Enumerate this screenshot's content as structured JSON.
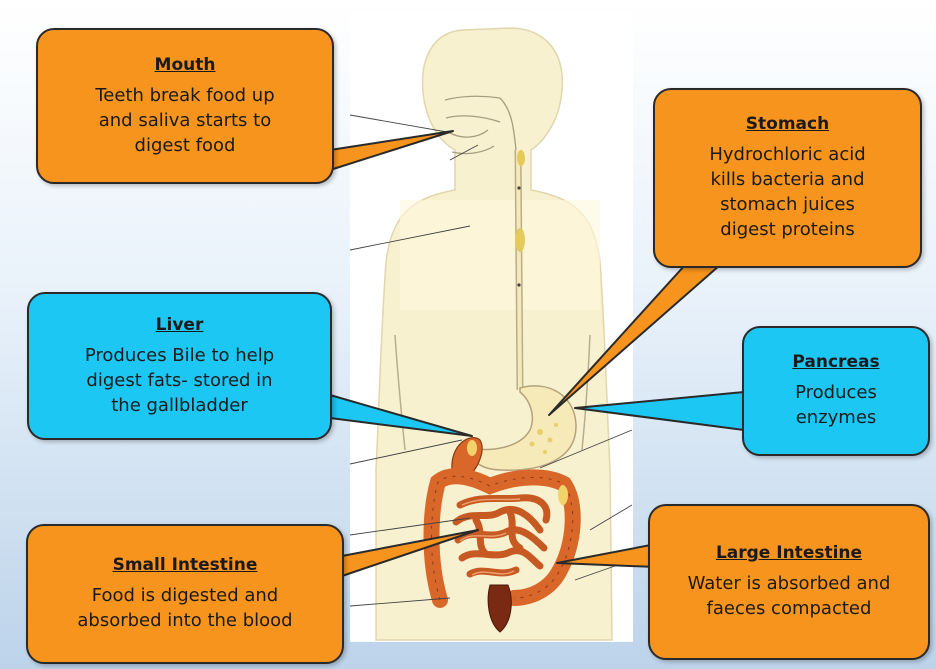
{
  "diagram": {
    "type": "labeled-anatomy-diagram",
    "subject": "digestive-system"
  },
  "colors": {
    "callout_orange": "#f7941d",
    "callout_blue": "#1cc7f4",
    "body_fill": "#f8f1cf",
    "organ_fill": "#d9672a",
    "background_bottom": "#bcd3ea"
  },
  "callouts": {
    "mouth": {
      "title": "Mouth",
      "lines": [
        "Teeth break food up",
        "and saliva starts to",
        "digest food"
      ]
    },
    "stomach": {
      "title": "Stomach",
      "lines": [
        "Hydrochloric acid",
        "kills bacteria and",
        "stomach juices",
        "digest proteins"
      ]
    },
    "liver": {
      "title": "Liver",
      "lines": [
        "Produces Bile to help",
        "digest fats- stored in",
        "the gallbladder"
      ]
    },
    "pancreas": {
      "title": "Pancreas",
      "lines": [
        "Produces",
        "enzymes"
      ]
    },
    "small_intestine": {
      "title": "Small Intestine",
      "lines": [
        "Food is digested and",
        "absorbed into the blood"
      ]
    },
    "large_intestine": {
      "title": "Large Intestine",
      "lines": [
        "Water is absorbed and",
        "faeces compacted"
      ]
    }
  }
}
